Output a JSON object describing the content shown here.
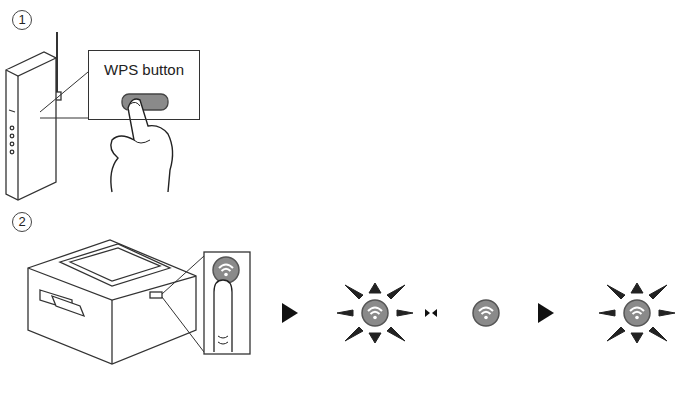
{
  "diagram": {
    "nodes": [
      {
        "text": [
          "WPS button"
        ]
      }
    ],
    "labels": [
      "1",
      "2"
    ]
  }
}
